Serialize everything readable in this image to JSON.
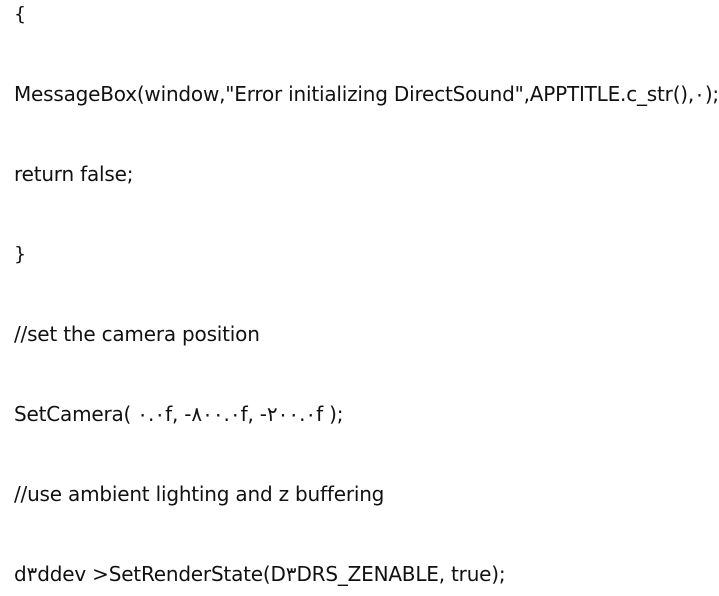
{
  "document": {
    "lines": [
      "{",
      "MessageBox(window,\"Error initializing DirectSound\",APPTITLE.c_str(),٠);",
      "return false;",
      "}",
      "//set the camera position",
      "SetCamera( ٠.٠f, -٨٠٠.٠f, -٢٠٠.٠f );",
      "//use ambient lighting and z buffering",
      "d٣ddev >SetRenderState(D٣DRS_ZENABLE, true);"
    ]
  }
}
